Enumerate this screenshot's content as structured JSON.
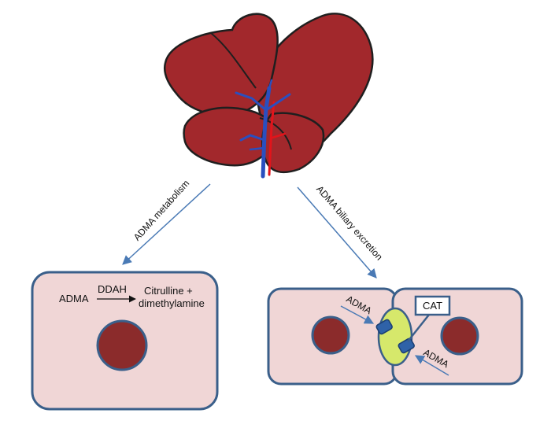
{
  "arrows": {
    "metabolism_label": "ADMA metabolism",
    "biliary_label": "ADMA biliary excretion"
  },
  "left_cell": {
    "substrate": "ADMA",
    "enzyme": "DDAH",
    "product_line1": "Citrulline +",
    "product_line2": "dimethylamine"
  },
  "right_cells": {
    "adma_left": "ADMA",
    "adma_right": "ADMA",
    "transporter": "CAT"
  },
  "colors": {
    "liver": "#a2282c",
    "outline": "#1f1f1f",
    "vein": "#2a4fbf",
    "artery": "#e2141b",
    "cell_fill": "#f0d6d6",
    "cell_border": "#3a5f8a",
    "nucleus": "#8b2b2b",
    "canaliculus": "#d6e86b",
    "transporter": "#2f62a8",
    "arrow": "#4a7ab5"
  }
}
